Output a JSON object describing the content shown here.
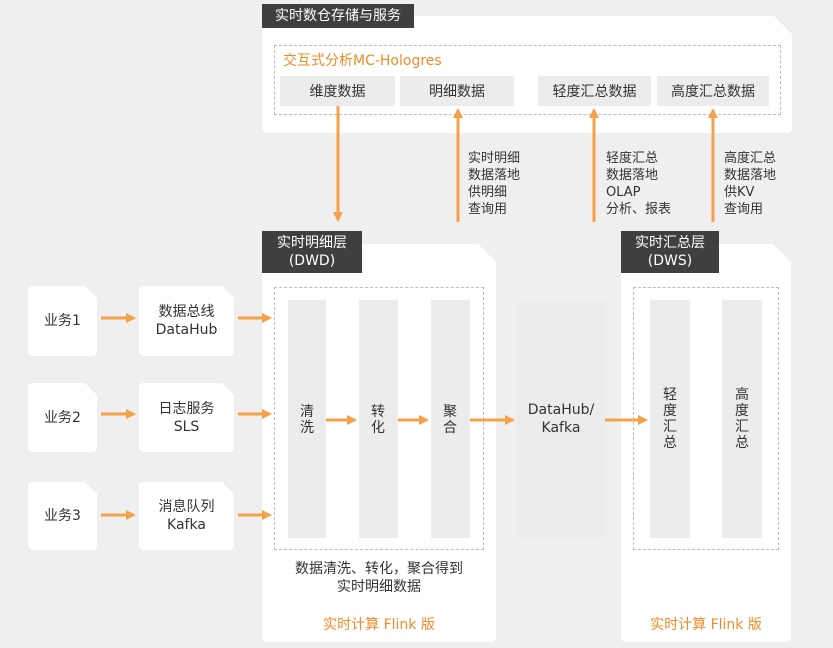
{
  "warehouse": {
    "title": "实时数仓存储与服务",
    "hologres": "交互式分析MC-Hologres",
    "cells": [
      "维度数据",
      "明细数据",
      "轻度汇总数据",
      "高度汇总数据"
    ]
  },
  "annotations": {
    "detail": "实时明细\n数据落地\n供明细\n查询用",
    "light": "轻度汇总\n数据落地\nOLAP\n分析、报表",
    "high": "高度汇总\n数据落地\n供KV\n查询用"
  },
  "dwd": {
    "label": "实时明细层\n(DWD)",
    "stages": [
      "清洗",
      "转化",
      "聚合"
    ],
    "caption": "数据清洗、转化，聚合得到\n实时明细数据",
    "footer": "实时计算 Flink 版"
  },
  "dws": {
    "label": "实时汇总层\n(DWS)",
    "stages": [
      "轻度汇总",
      "高度汇总"
    ],
    "footer": "实时计算 Flink 版"
  },
  "middle": {
    "label": "DataHub/\nKafka"
  },
  "business": [
    {
      "name": "业务1",
      "source": "数据总线\nDataHub"
    },
    {
      "name": "业务2",
      "source": "日志服务\nSLS"
    },
    {
      "name": "业务3",
      "source": "消息队列\nKafka"
    }
  ],
  "colors": {
    "accent": "#f5a04a",
    "dark_label": "#3f3f3f",
    "panel": "#ececec"
  }
}
